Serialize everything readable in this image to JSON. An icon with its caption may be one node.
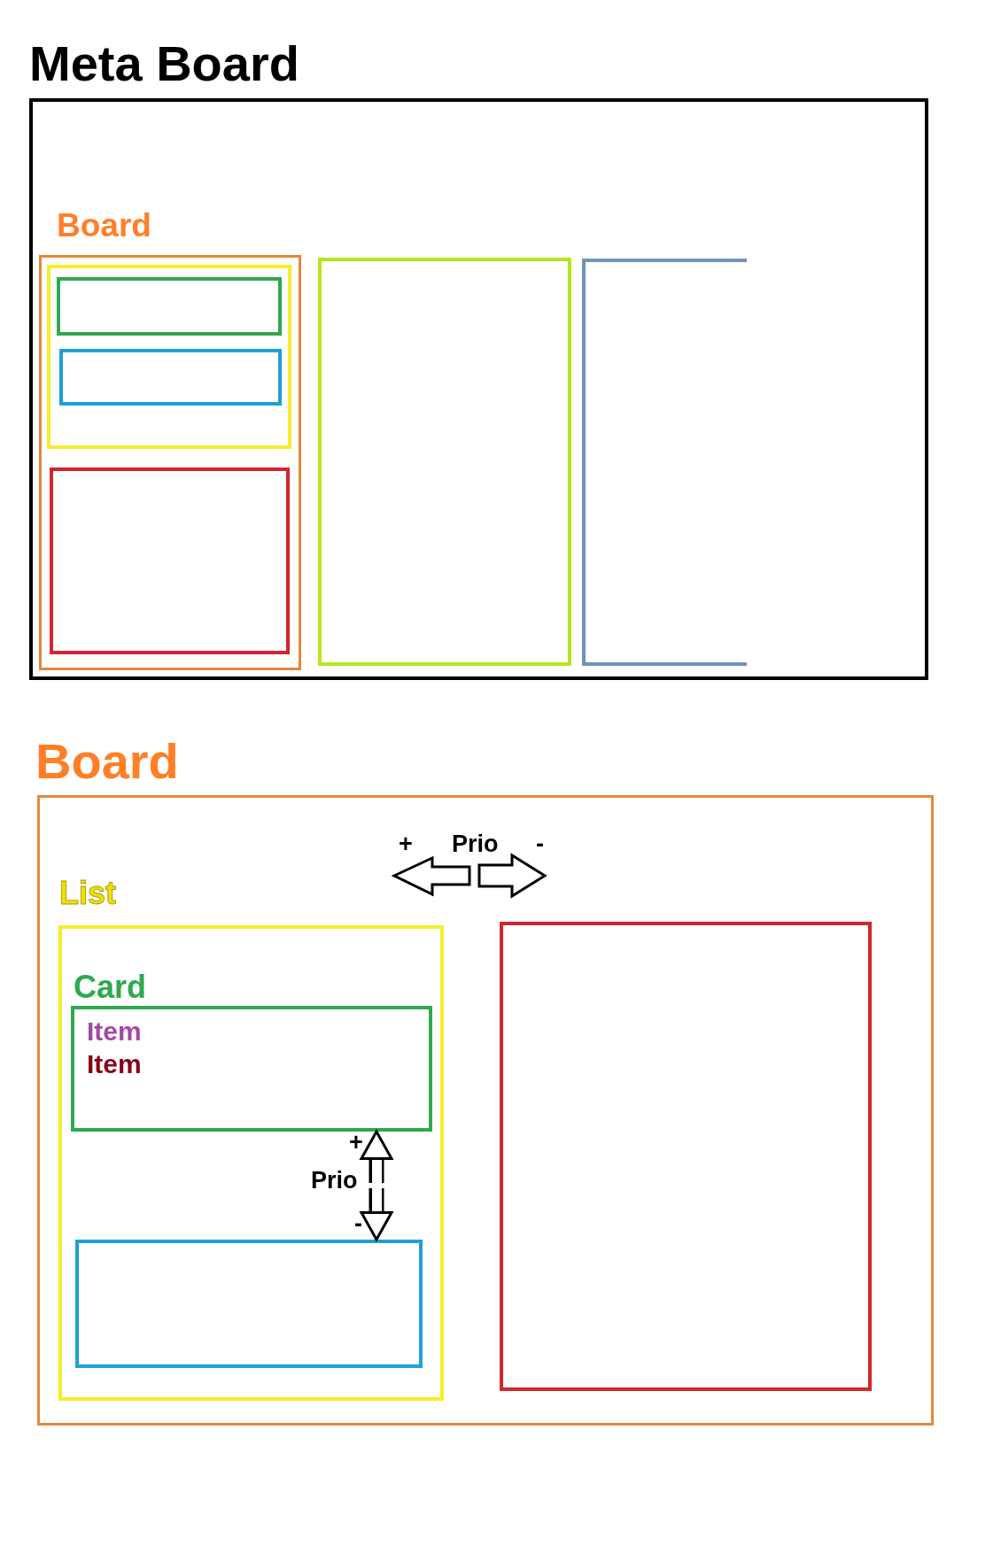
{
  "diagram": {
    "nodes": [
      {
        "text": [
          "Meta Board"
        ]
      },
      {
        "text": [
          "Board"
        ],
        "in": 0
      },
      {
        "text": [],
        "shape": "box",
        "in": 1
      },
      {
        "text": [],
        "shape": "box",
        "in": 2
      },
      {
        "text": [],
        "shape": "box",
        "in": 2
      },
      {
        "text": [],
        "shape": "box",
        "in": 1
      },
      {
        "text": [],
        "shape": "box",
        "in": 0
      },
      {
        "text": [],
        "shape": "box",
        "in": 0
      },
      {
        "text": [
          "Board"
        ]
      },
      {
        "text": [
          "List"
        ],
        "in": 8
      },
      {
        "text": [
          "Card",
          "Item",
          "Item"
        ],
        "in": 9
      },
      {
        "text": [],
        "shape": "box",
        "in": 9
      },
      {
        "text": [],
        "shape": "box",
        "in": 8
      }
    ],
    "edges": [
      {
        "from": 10,
        "to": 11,
        "arrow": "both",
        "label": "Prio"
      }
    ],
    "labels": [
      "+",
      "Prio",
      "-",
      "+",
      "-"
    ]
  }
}
